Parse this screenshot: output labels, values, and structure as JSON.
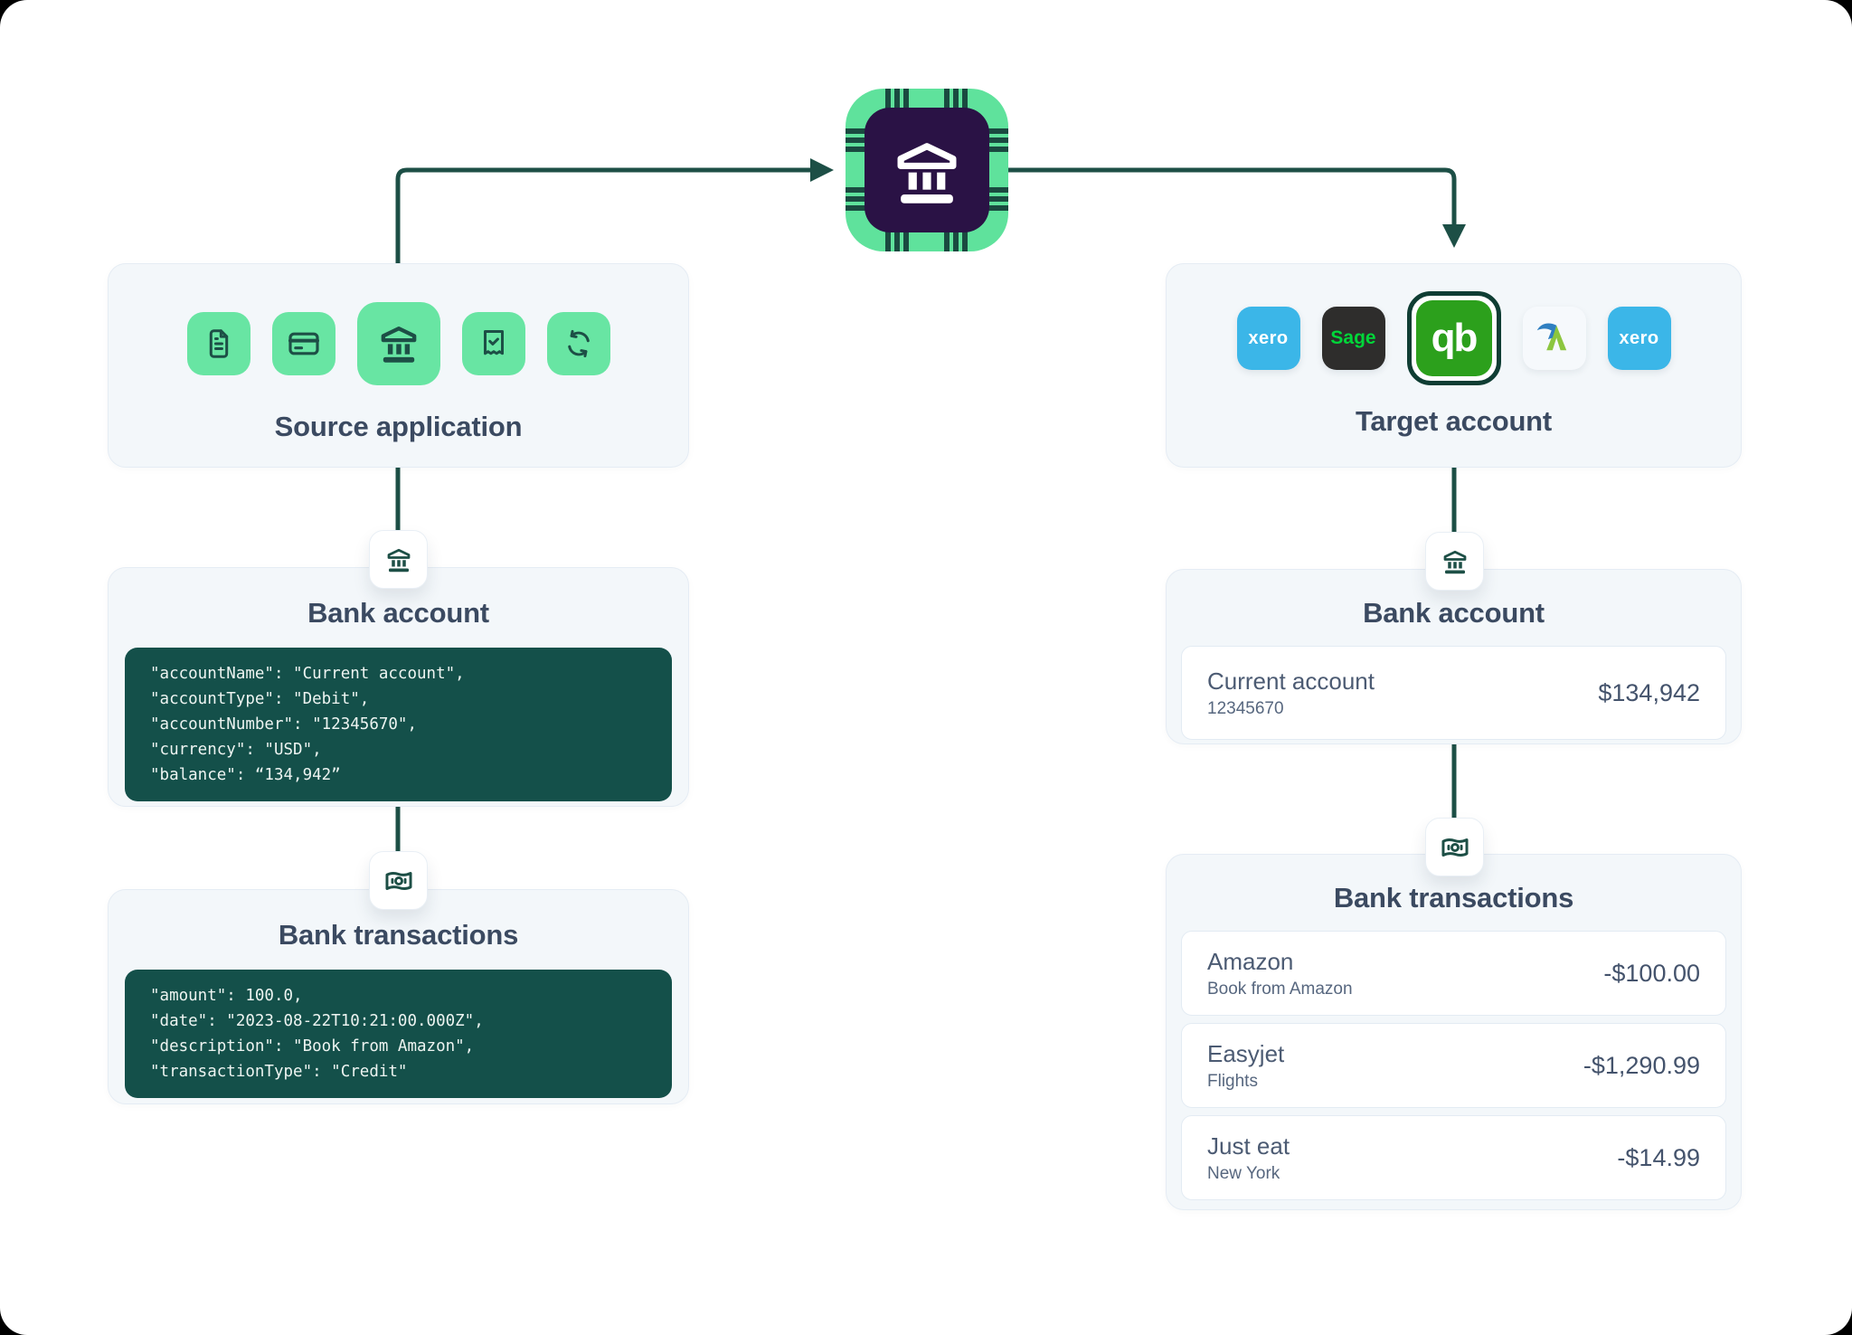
{
  "hub": {
    "icon": "bank-chip-icon"
  },
  "source": {
    "title": "Source application",
    "icons": [
      "document-icon",
      "credit-card-icon",
      "bank-icon",
      "receipt-check-icon",
      "sync-icon"
    ]
  },
  "target": {
    "title": "Target account",
    "apps": [
      {
        "name": "Xero",
        "label": "xero"
      },
      {
        "name": "Sage",
        "label": "Sage"
      },
      {
        "name": "QuickBooks",
        "label": "qb"
      },
      {
        "name": "FreeAgent",
        "label": "A"
      },
      {
        "name": "Xero",
        "label": "xero"
      }
    ]
  },
  "left_bank_account": {
    "title": "Bank account",
    "code": [
      "\"accountName\": \"Current account\",",
      "\"accountType\": \"Debit\",",
      "\"accountNumber\": \"12345670\",",
      "\"currency\": \"USD\",",
      "\"balance\": “134,942”"
    ]
  },
  "left_transactions": {
    "title": "Bank transactions",
    "code": [
      "\"amount\": 100.0,",
      "\"date\": \"2023-08-22T10:21:00.000Z\",",
      "\"description\": \"Book from Amazon\",",
      "\"transactionType\": \"Credit\""
    ]
  },
  "right_bank_account": {
    "title": "Bank account",
    "account_name": "Current account",
    "account_number": "12345670",
    "balance": "$134,942"
  },
  "right_transactions": {
    "title": "Bank transactions",
    "rows": [
      {
        "name": "Amazon",
        "detail": "Book from Amazon",
        "amount": "-$100.00"
      },
      {
        "name": "Easyjet",
        "detail": "Flights",
        "amount": "-$1,290.99"
      },
      {
        "name": "Just eat",
        "detail": "New York",
        "amount": "-$14.99"
      }
    ]
  },
  "colors": {
    "accent_green": "#68E5A3",
    "deep_teal": "#1D4F46",
    "code_bg": "#14504A",
    "chip_purple": "#2A1245",
    "xero_blue": "#3BB6E8",
    "sage_dark": "#2E2D2C",
    "sage_green": "#00D639",
    "quickbooks_green": "#2CA01C",
    "slate": "#3B4A61"
  }
}
